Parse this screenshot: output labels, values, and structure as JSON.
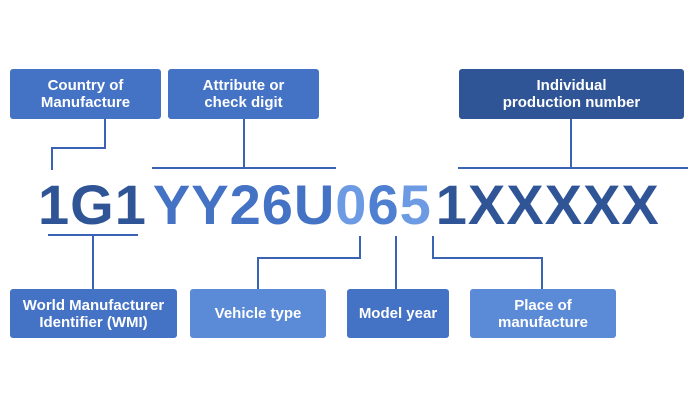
{
  "colors": {
    "dark_blue": "#2f5597",
    "medium_blue": "#4472c4",
    "light_blue": "#6d9be3",
    "box_dark": "#2f5597",
    "box_medium": "#4472c4",
    "box_light": "#5b8ad6",
    "line": "#3a64b3"
  },
  "vin": {
    "wmi": "1G1",
    "attributes": "YY26U",
    "model_year_check": "0",
    "model_year": "6",
    "plant": "5",
    "serial": "1XXXXX"
  },
  "labels": {
    "country": [
      "Country of",
      "Manufacture"
    ],
    "attribute": [
      "Attribute or",
      "check digit"
    ],
    "production": [
      "Individual",
      "production number"
    ],
    "wmi": [
      "World Manufacturer",
      "Identifier (WMI)"
    ],
    "vehicle_type": [
      "Vehicle type"
    ],
    "model_year": [
      "Model year"
    ],
    "place": [
      "Place of",
      "manufacture"
    ]
  }
}
